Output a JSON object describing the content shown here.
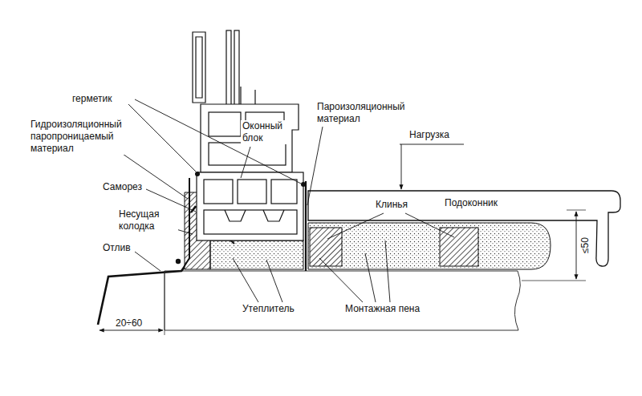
{
  "diagram": {
    "labels": [
      "Оконный блок",
      "герметик",
      "Пароизоляционный материал",
      "Гидроизоляционный паропроницаемый материал",
      "Нагрузка",
      "Саморез",
      "Клинья",
      "Подоконник",
      "Несущая колодка",
      "≤50",
      "Отлив",
      "Утеплитель",
      "Монтажная пена",
      "20÷60"
    ]
  }
}
